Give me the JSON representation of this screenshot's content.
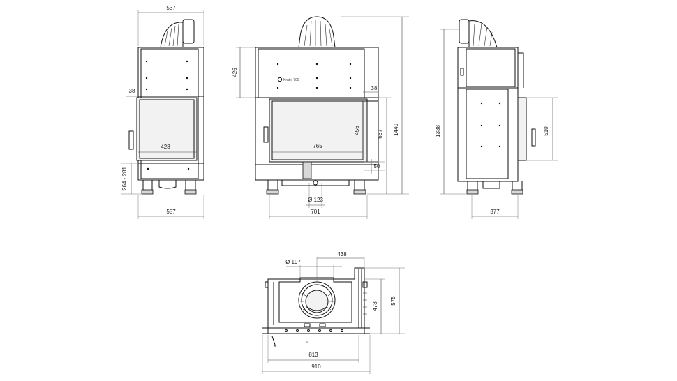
{
  "logo_text": "Kratki 700",
  "views": {
    "side_left": {
      "width_top": "537",
      "offset_38": "38",
      "glass_width": "428",
      "feet_range": "264 - 281",
      "width_bottom": "557"
    },
    "front": {
      "top_height": "426",
      "offset_38": "38",
      "glass_height": "456",
      "total_height_667": "667",
      "total_height_1440": "1440",
      "glass_width": "765",
      "bottom_50": "50",
      "flue_diameter": "Ø 123",
      "width_bottom": "701"
    },
    "side_right": {
      "height_1338": "1338",
      "glass_height": "510",
      "depth": "377"
    },
    "top": {
      "flue_diameter": "Ø 197",
      "offset_438": "438",
      "depth_478": "478",
      "depth_575": "575",
      "width_813": "813",
      "width_910": "910"
    }
  }
}
